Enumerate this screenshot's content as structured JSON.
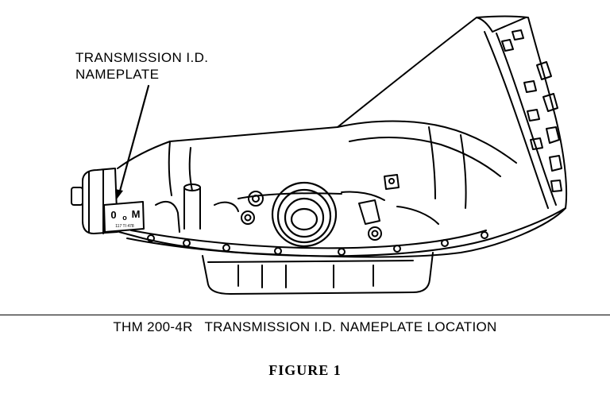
{
  "callout": {
    "line1": "TRANSMISSION I.D.",
    "line2": "NAMEPLATE"
  },
  "nameplate": {
    "left_mark": "0",
    "center_mark": "o",
    "right_mark": "M",
    "serial": "117 TI 478"
  },
  "caption": "THM 200-4R   TRANSMISSION I.D. NAMEPLATE LOCATION",
  "figure_label": "FIGURE 1"
}
